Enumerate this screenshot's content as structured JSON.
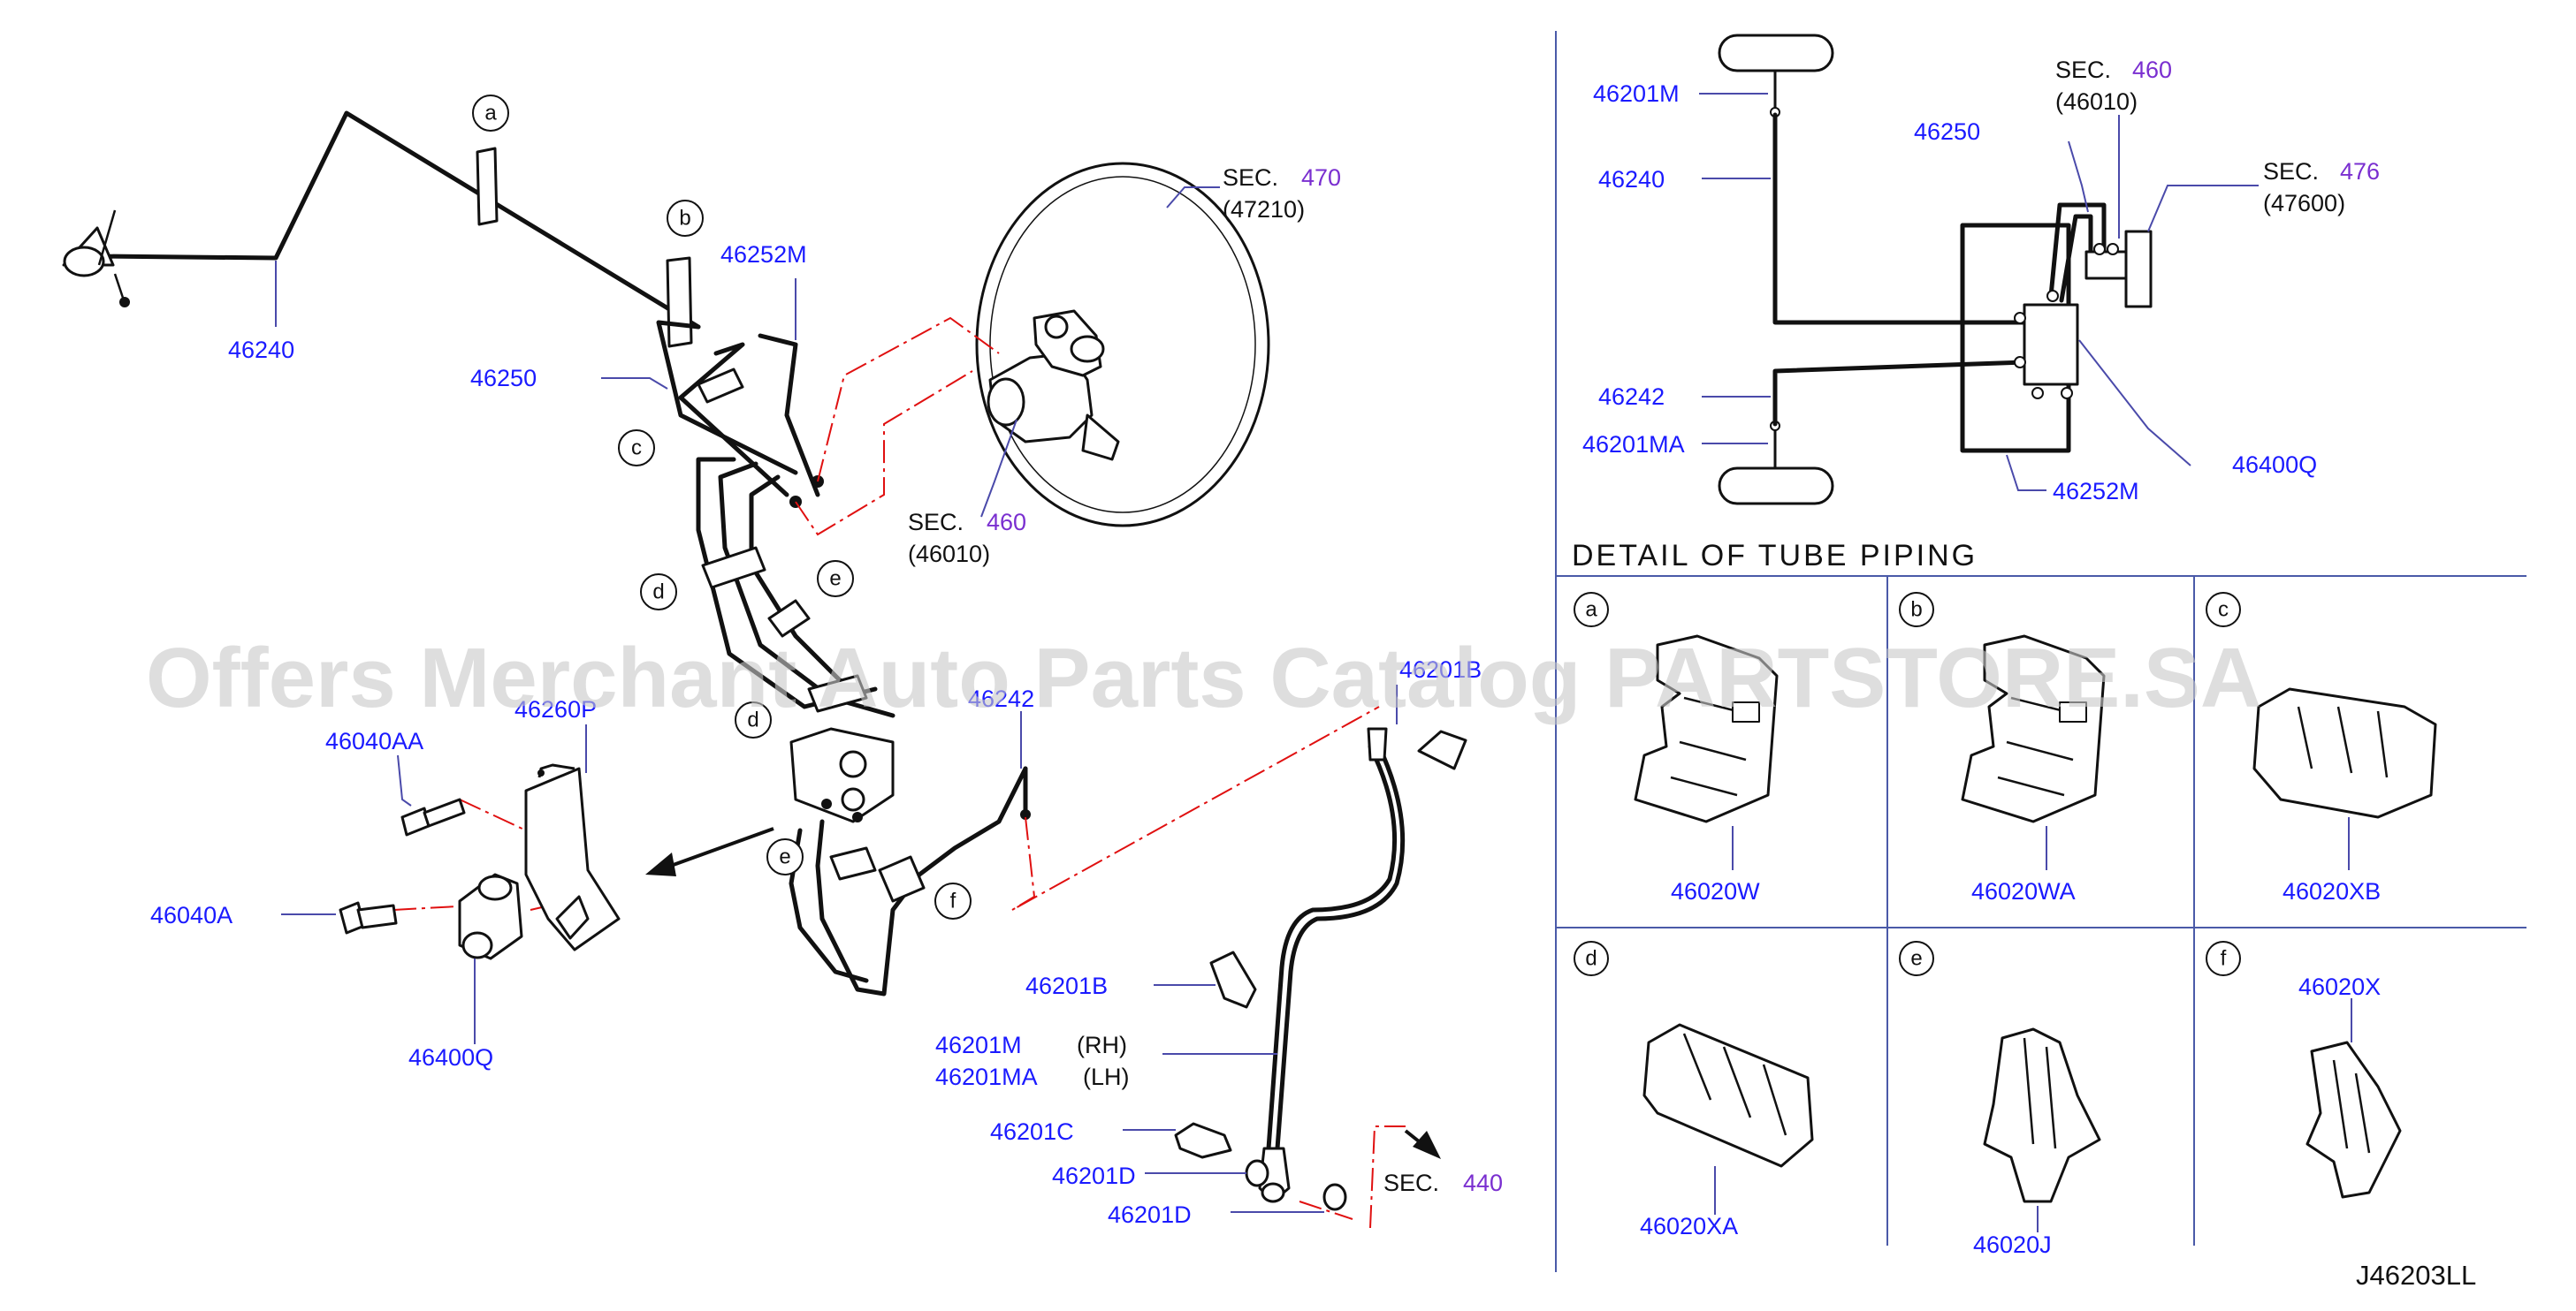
{
  "main_diagram": {
    "labels": {
      "l_46240": "46240",
      "l_46250": "46250",
      "l_46252M": "46252M",
      "l_46260P": "46260P",
      "l_46040AA": "46040AA",
      "l_46040A": "46040A",
      "l_46400Q": "46400Q",
      "l_46242": "46242",
      "l_46201B_top": "46201B",
      "l_46201B": "46201B",
      "l_46201M": "46201M",
      "l_RH": "(RH)",
      "l_46201MA": "46201MA",
      "l_LH": "(LH)",
      "l_46201C": "46201C",
      "l_46201D_1": "46201D",
      "l_46201D_2": "46201D"
    },
    "sec_470": {
      "sec": "SEC.",
      "num": "470",
      "sub": "(47210)"
    },
    "sec_460": {
      "sec": "SEC.",
      "num": "460",
      "sub": "(46010)"
    },
    "sec_440": {
      "sec": "SEC.",
      "num": "440"
    },
    "callouts": {
      "a": "a",
      "b": "b",
      "c": "c",
      "d1": "d",
      "e1": "e",
      "d2": "d",
      "e2": "e",
      "f": "f"
    }
  },
  "schematic": {
    "labels": {
      "s_46201M": "46201M",
      "s_46240": "46240",
      "s_46250": "46250",
      "s_46242": "46242",
      "s_46201MA": "46201MA",
      "s_46252M": "46252M",
      "s_46400Q": "46400Q"
    },
    "sec_460": {
      "sec": "SEC.",
      "num": "460",
      "sub": "(46010)"
    },
    "sec_476": {
      "sec": "SEC.",
      "num": "476",
      "sub": "(47600)"
    }
  },
  "detail": {
    "title": "DETAIL  OF  TUBE  PIPING",
    "cells": [
      {
        "letter": "a",
        "part": "46020W"
      },
      {
        "letter": "b",
        "part": "46020WA"
      },
      {
        "letter": "c",
        "part": "46020XB"
      },
      {
        "letter": "d",
        "part": "46020XA"
      },
      {
        "letter": "e",
        "part": "46020J"
      },
      {
        "letter": "f",
        "part": "46020X"
      }
    ]
  },
  "drawing_code": "J46203LL",
  "watermark": "Offers Merchant Auto Parts Catalog PARTSTORE.SA",
  "colors": {
    "part_number": "#1a1aff",
    "section_number": "#7a2fd0",
    "dash_line": "#e01010"
  }
}
